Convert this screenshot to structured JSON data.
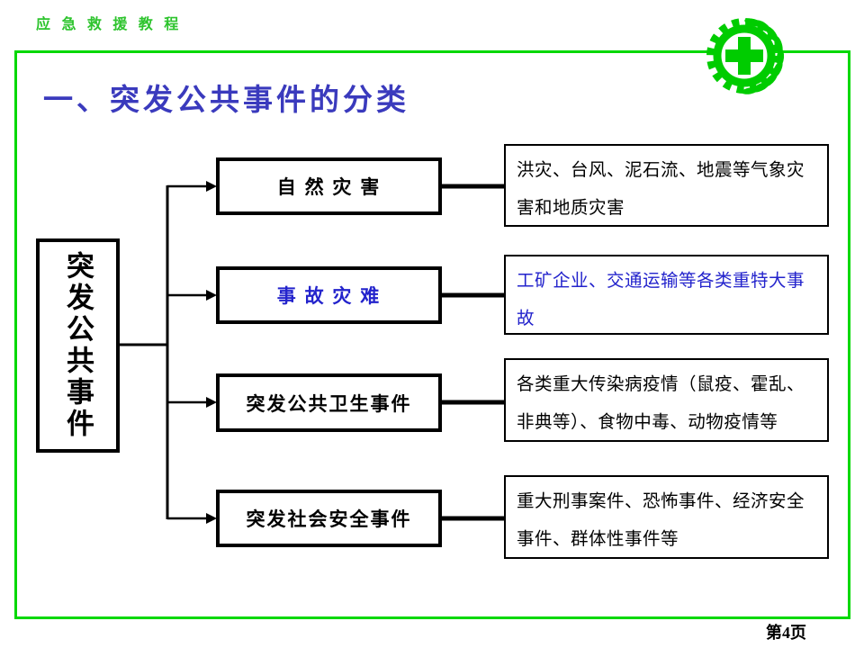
{
  "header": {
    "course_title": "应 急 救 援 教 程",
    "page_label": "第4页"
  },
  "slide": {
    "title": "一、突发公共事件的分类",
    "colors": {
      "frame_green": "#00d800",
      "header_green": "#2ec42e",
      "title_blue": "#3a3abd",
      "accent_blue": "#2323cc",
      "line_black": "#000000"
    },
    "logo_icon": "green-cross-gear-wreath-safety-logo",
    "diagram": {
      "type": "flowchart",
      "root": "突发公共事件",
      "rows": [
        {
          "category": "自 然 灾 害",
          "description": "洪灾、台风、泥石流、地震等气象灾害和地质灾害",
          "highlight": false
        },
        {
          "category": "事 故 灾 难",
          "description": "工矿企业、交通运输等各类重特大事故",
          "highlight": true
        },
        {
          "category": "突发公共卫生事件",
          "description": "各类重大传染病疫情（鼠疫、霍乱、非典等）、食物中毒、动物疫情等",
          "highlight": false
        },
        {
          "category": "突发社会安全事件",
          "description": "重大刑事案件、恐怖事件、经济安全事件、群体性事件等",
          "highlight": false
        }
      ]
    }
  }
}
